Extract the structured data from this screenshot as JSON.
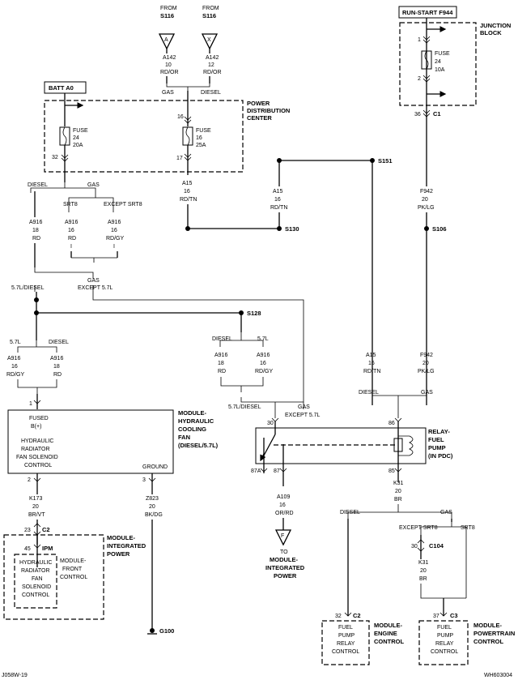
{
  "labels": {
    "from1": "FROM",
    "from1_src": "S116",
    "from2": "FROM",
    "from2_src": "S116",
    "conn_a": "A",
    "conn_x": "X",
    "a142_l": [
      "A142",
      "10",
      "RD/OR"
    ],
    "a142_r": [
      "A142",
      "12",
      "RD/OR"
    ],
    "gas_top": "GAS",
    "diesel_top": "DIESEL",
    "batt": "BATT A0",
    "pdc": [
      "POWER",
      "DISTRIBUTION",
      "CENTER"
    ],
    "fuse_l": [
      "FUSE",
      "24",
      "20A"
    ],
    "fuse_l_pin": "32",
    "fuse_r_in": "16",
    "fuse_r": [
      "FUSE",
      "16",
      "25A"
    ],
    "fuse_r_pin": "17",
    "run_start": "RUN-START F944",
    "jb": [
      "JUNCTION",
      "BLOCK"
    ],
    "jb_pin1": "1",
    "jb_pin2": "2",
    "jb_fuse": [
      "FUSE",
      "24",
      "10A"
    ],
    "c1_pin": "36",
    "c1": "C1",
    "s151": "S151",
    "s130": "S130",
    "s106": "S106",
    "s128": "S128",
    "a15_top": [
      "A15",
      "16",
      "RD/TN"
    ],
    "a15_mid": [
      "A15",
      "16",
      "RD/TN"
    ],
    "f942_top": [
      "F942",
      "20",
      "PK/LG"
    ],
    "diesel_l": "DIESEL",
    "gas_l": "GAS",
    "srt8": "SRT8",
    "except_srt8": "EXCEPT SRT8",
    "a916_a": [
      "A916",
      "18",
      "RD"
    ],
    "a916_b": [
      "A916",
      "16",
      "RD",
      "I"
    ],
    "a916_c": [
      "A916",
      "16",
      "RD/GY",
      "I"
    ],
    "gas2": "GAS",
    "diesel57": "5.7L/DIESEL",
    "except57": "EXCEPT 5.7L",
    "l57": "5.7L",
    "diesel_b": "DIESEL",
    "a916_d": [
      "A916",
      "16",
      "RD/GY"
    ],
    "a916_e": [
      "A916",
      "18",
      "RD"
    ],
    "diesel_c": "DIESEL",
    "l57_c": "5.7L",
    "a916_f": [
      "A916",
      "18",
      "RD"
    ],
    "a916_g": [
      "A916",
      "16",
      "RD/GY"
    ],
    "diesel57_b": "5.7L/DIESEL",
    "gas_b": "GAS",
    "except57_b": "EXCEPT 5.7L",
    "a15_low": [
      "A15",
      "16",
      "RD/TN"
    ],
    "f942_low": [
      "F942",
      "20",
      "PK/LG"
    ],
    "diesel_d": "DIESEL",
    "gas_d": "GAS",
    "pin1": "1",
    "mod_fused": [
      "FUSED",
      "B(+)"
    ],
    "mod_fan": [
      "HYDRAULIC",
      "RADIATOR",
      "FAN SOLENOID",
      "CONTROL"
    ],
    "mod_ground": "GROUND",
    "mod_title": [
      "MODULE-",
      "HYDRAULIC",
      "COOLING",
      "FAN",
      "(DIESEL/5.7L)"
    ],
    "pin30": "30",
    "pin86": "86",
    "pin87a": "87A",
    "pin87": "87",
    "pin85": "85",
    "relay": [
      "RELAY-",
      "FUEL",
      "PUMP",
      "(IN PDC)"
    ],
    "pin2": "2",
    "pin3": "3",
    "k173": [
      "K173",
      "20",
      "BR/VT"
    ],
    "z823": [
      "Z823",
      "20",
      "BK/DG"
    ],
    "a109": [
      "A109",
      "16",
      "OR/RD"
    ],
    "k31": [
      "K31",
      "20",
      "BR"
    ],
    "diesel_e": "DIESEL",
    "gas_e": "GAS",
    "except_srt8_b": "EXCEPT SRT8",
    "srt8_b": "SRT8",
    "c104_pin": "30",
    "c104": "C104",
    "k31_b": [
      "K31",
      "20",
      "BR"
    ],
    "c2_pin": "23",
    "c2": "C2",
    "ipm_pin": "45",
    "ipm": "IPM",
    "ipm_fan": [
      "HYDRAULIC",
      "RADIATOR",
      "FAN",
      "SOLENOID",
      "CONTROL"
    ],
    "ipm_front": [
      "MODULE-",
      "FRONT",
      "CONTROL"
    ],
    "mip": [
      "MODULE-",
      "INTEGRATED",
      "POWER"
    ],
    "conn_f": "F",
    "to_mip": [
      "TO",
      "MODULE-",
      "INTEGRATED",
      "POWER"
    ],
    "g100": "G100",
    "ecm_pin": "32",
    "ecm_c2": "C2",
    "ecm_box": [
      "FUEL",
      "PUMP",
      "RELAY",
      "CONTROL"
    ],
    "ecm": [
      "MODULE-",
      "ENGINE",
      "CONTROL"
    ],
    "pcm_pin": "37",
    "pcm_c3": "C3",
    "pcm_box": [
      "FUEL",
      "PUMP",
      "RELAY",
      "CONTROL"
    ],
    "pcm": [
      "MODULE-",
      "POWERTRAIN",
      "CONTROL"
    ],
    "footer_left": "J058W-19",
    "footer_right": "WH603004"
  }
}
